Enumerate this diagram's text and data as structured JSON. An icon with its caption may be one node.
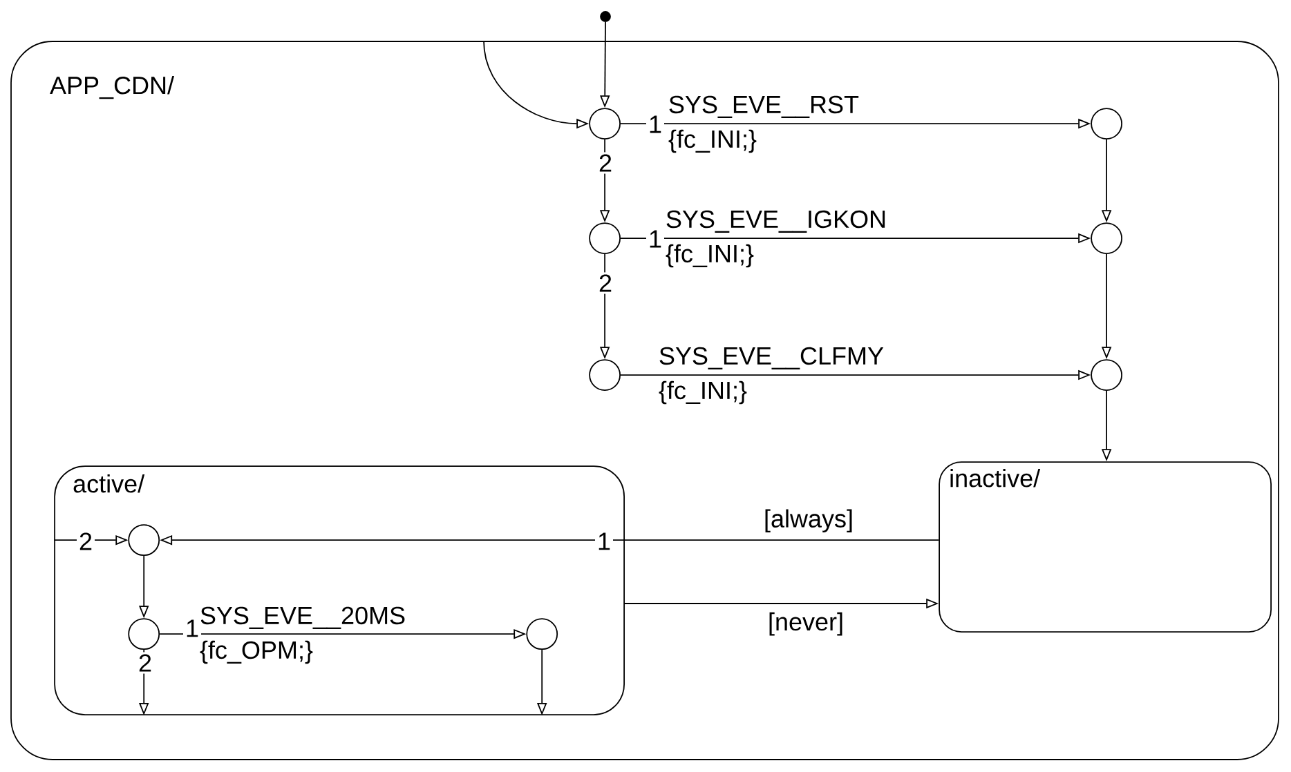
{
  "diagram": {
    "nodes": [
      {
        "text": [
          "APP_CDN/"
        ]
      },
      {
        "text": [],
        "shape": "circle"
      },
      {
        "text": [],
        "shape": "circle",
        "in": 0
      },
      {
        "text": [],
        "shape": "circle",
        "in": 0
      },
      {
        "text": [],
        "shape": "circle",
        "in": 0
      },
      {
        "text": [],
        "shape": "circle",
        "in": 0
      },
      {
        "text": [],
        "shape": "circle",
        "in": 0
      },
      {
        "text": [],
        "shape": "circle",
        "in": 0
      },
      {
        "text": [
          "active/"
        ],
        "in": 0
      },
      {
        "text": [],
        "shape": "circle",
        "in": 8
      },
      {
        "text": [],
        "shape": "circle",
        "in": 8
      },
      {
        "text": [],
        "shape": "circle",
        "in": 8
      },
      {
        "text": [
          "inactive/"
        ],
        "in": 0
      }
    ],
    "edges": [
      {
        "from": 1,
        "to": 2,
        "arrow": "to"
      },
      {
        "from": 0,
        "to": 2,
        "arrow": "to"
      },
      {
        "from": 2,
        "to": 3,
        "arrow": "to",
        "label": "SYS_EVE__RST {fc_INI;}"
      },
      {
        "from": 2,
        "to": 4,
        "arrow": "to"
      },
      {
        "from": 4,
        "to": 5,
        "arrow": "to",
        "label": "SYS_EVE__IGKON {fc_INI;}"
      },
      {
        "from": 4,
        "to": 6,
        "arrow": "to"
      },
      {
        "from": 6,
        "to": 7,
        "arrow": "to",
        "label": "SYS_EVE__CLFMY {fc_INI;}"
      },
      {
        "from": 3,
        "to": 5,
        "arrow": "to"
      },
      {
        "from": 5,
        "to": 7,
        "arrow": "to"
      },
      {
        "from": 7,
        "to": 12,
        "arrow": "to"
      },
      {
        "from": 12,
        "to": 9,
        "arrow": "to",
        "label": "[always]"
      },
      {
        "from": 8,
        "to": 12,
        "arrow": "to",
        "label": "[never]"
      },
      {
        "from": 8,
        "to": 9,
        "arrow": "to"
      },
      {
        "from": 9,
        "to": 10,
        "arrow": "to"
      },
      {
        "from": 10,
        "to": 11,
        "arrow": "to",
        "label": "SYS_EVE__20MS {fc_OPM;}"
      },
      {
        "from": 10,
        "to": 8,
        "arrow": "to"
      },
      {
        "from": 11,
        "to": 8,
        "arrow": "to"
      }
    ],
    "labels": [
      "1",
      "2",
      "1",
      "2",
      "2",
      "1",
      "1",
      "2"
    ]
  }
}
